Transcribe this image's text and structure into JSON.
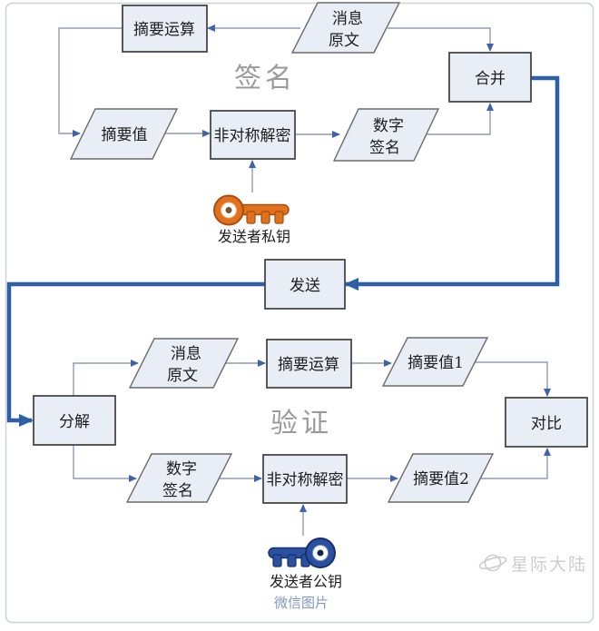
{
  "colors": {
    "node_fill": "#e9edf5",
    "node_border": "#474747",
    "thin_line": "#8f9bb3",
    "arrow_head": "#3f63ab",
    "thick_line": "#2c5fa5",
    "section_label": "#9b9b9b",
    "orange_key": "#e2711d",
    "orange_key_dark": "#a84c0f",
    "blue_key": "#2b50a0",
    "blue_key_dark": "#16306e",
    "caption": "#7e99bd",
    "watermark": "#cdcdcd",
    "card_border": "#ccd1d8"
  },
  "sections": {
    "sign": "签名",
    "verify": "验证"
  },
  "nodes": {
    "digest_calc_1": "摘要运算",
    "message_1": [
      "消息",
      "原文"
    ],
    "merge": "合并",
    "digest_value": "摘要值",
    "asym_decrypt_1": "非对称解密",
    "digital_signature_1": [
      "数字",
      "签名"
    ],
    "send": "发送",
    "decompose": "分解",
    "message_2": [
      "消息",
      "原文"
    ],
    "digest_calc_2": "摘要运算",
    "digest_value_1": "摘要值1",
    "compare": "对比",
    "digital_signature_2": [
      "数字",
      "签名"
    ],
    "asym_decrypt_2": "非对称解密",
    "digest_value_2": "摘要值2"
  },
  "keys": {
    "private_label": "发送者私钥",
    "public_label": "发送者公钥"
  },
  "footer": {
    "caption": "微信图片",
    "watermark": "星际大陆"
  }
}
